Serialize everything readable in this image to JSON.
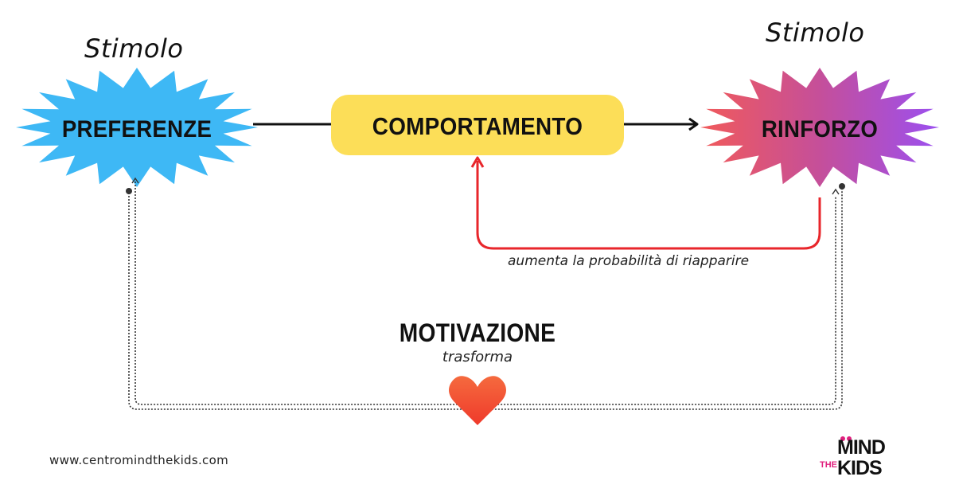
{
  "stimulus_label_left": "Stimolo",
  "stimulus_label_right": "Stimolo",
  "nodes": {
    "preferenze": "PREFERENZE",
    "comportamento": "COMPORTAMENTO",
    "rinforzo": "RINFORZO",
    "motivazione": "MOTIVAZIONE"
  },
  "annotations": {
    "feedback": "aumenta la probabilità di riapparire",
    "transform": "trasforma"
  },
  "footer": {
    "website": "www.centromindthekids.com",
    "logo_mind": "MIND",
    "logo_the": "THE",
    "logo_kids": "KIDS"
  },
  "colors": {
    "preferenze_fill": "#3eb8f5",
    "comportamento_fill": "#fcde58",
    "rinforzo_gradient_start": "#f15a5a",
    "rinforzo_gradient_end": "#9b4ff0",
    "feedback_arrow": "#e8262b",
    "heart_top": "#f25c3c",
    "heart_bottom": "#f03e2e",
    "logo_accent": "#e0207e"
  },
  "icons": {
    "heart": "heart-icon"
  }
}
